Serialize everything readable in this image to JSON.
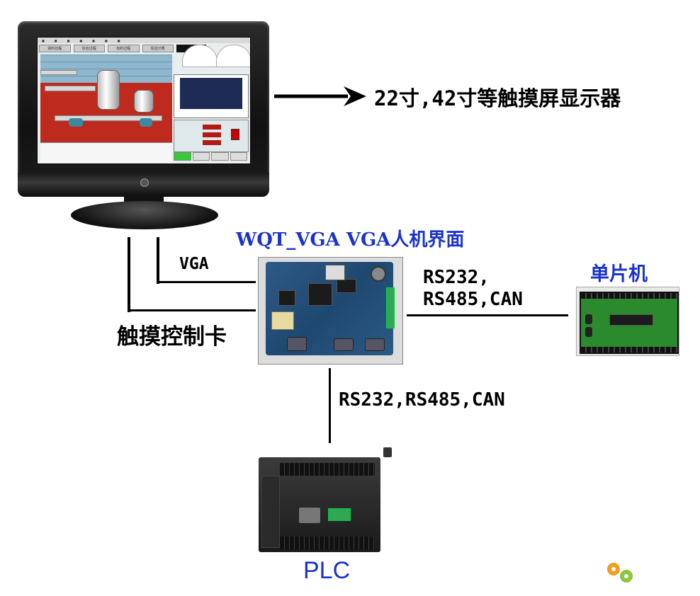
{
  "monitor": {
    "arrow_label": "22寸,42寸等触摸屏显示器",
    "screen": {
      "tabs": [
        "进料过程",
        "反应过程",
        "出料过程",
        "反应计数"
      ]
    }
  },
  "control_card": {
    "title": "WQT_VGA VGA人机界面",
    "name": "触摸控制卡"
  },
  "connections": {
    "vga": "VGA",
    "mcu_link_line1": "RS232,",
    "mcu_link_line2": "RS485,CAN",
    "plc_link": "RS232,RS485,CAN"
  },
  "mcu": {
    "label": "单片机"
  },
  "plc": {
    "label": "PLC"
  },
  "colors": {
    "blue_label": "#1a33cc",
    "plc_label": "#1a33cc",
    "line": "#000000"
  }
}
